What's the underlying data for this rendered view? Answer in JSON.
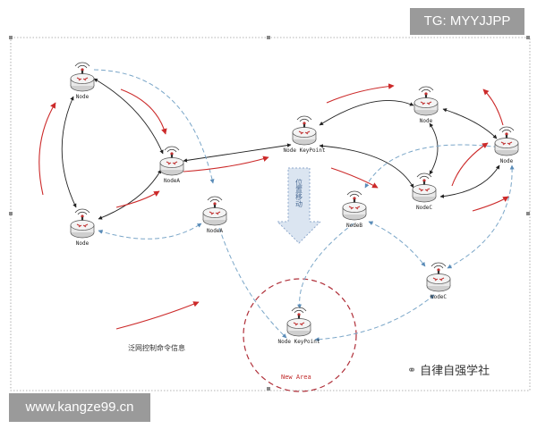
{
  "watermarks": {
    "top": "TG: MYYJJPP",
    "bottom": "www.kangze99.cn",
    "social": "自律自强学社",
    "social_icon": "wechat-bubble-icon"
  },
  "labels": {
    "move_arrow": "位置移动",
    "legend": "泛网控制命令信息",
    "new_area": "New Area"
  },
  "nodes": [
    {
      "id": "n1",
      "label": "Node"
    },
    {
      "id": "n2",
      "label": "Node"
    },
    {
      "id": "n3",
      "label": "NodeA"
    },
    {
      "id": "n4",
      "label": "NodeA"
    },
    {
      "id": "n5",
      "label": "Node KeyPoint"
    },
    {
      "id": "n6",
      "label": "Node"
    },
    {
      "id": "n7",
      "label": "NodeC"
    },
    {
      "id": "n8",
      "label": "NodeB"
    },
    {
      "id": "n9",
      "label": "Node"
    },
    {
      "id": "n10",
      "label": "NodeC"
    },
    {
      "id": "n11",
      "label": "Node KeyPoint"
    }
  ],
  "colors": {
    "black_link": "#222222",
    "dashed_link": "#7aa6c8",
    "red_arrow": "#cc2a2a",
    "circle": "#b0303a",
    "frame": "#9a9a9a",
    "move_arrow_fill": "#dbe5f1",
    "move_arrow_stroke": "#8fa9cc"
  }
}
